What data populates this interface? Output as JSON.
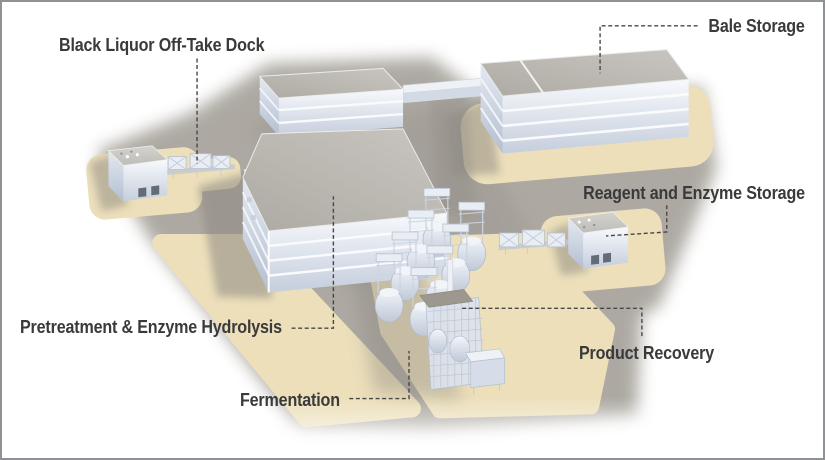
{
  "diagram": {
    "labels": {
      "black_liquor_dock": "Black Liquor Off-Take Dock",
      "bale_storage": "Bale Storage",
      "reagent_enzyme_storage": "Reagent and Enzyme Storage",
      "pretreatment_hydrolysis": "Pretreatment & Enzyme Hydrolysis",
      "product_recovery": "Product Recovery",
      "fermentation": "Fermentation"
    },
    "colors": {
      "background": "#ffffff",
      "frame_border": "#8f9194",
      "label_text": "#3a3a3b",
      "leader_line": "#474747",
      "ground_concrete": "#a9a59e",
      "ground_pad_tan": "#ecdfba",
      "building_wall_light": "#f7f9fc",
      "building_wall_shade": "#c5cedd",
      "building_roof": "#b8b5b0",
      "shadow": "#8d8982"
    }
  }
}
